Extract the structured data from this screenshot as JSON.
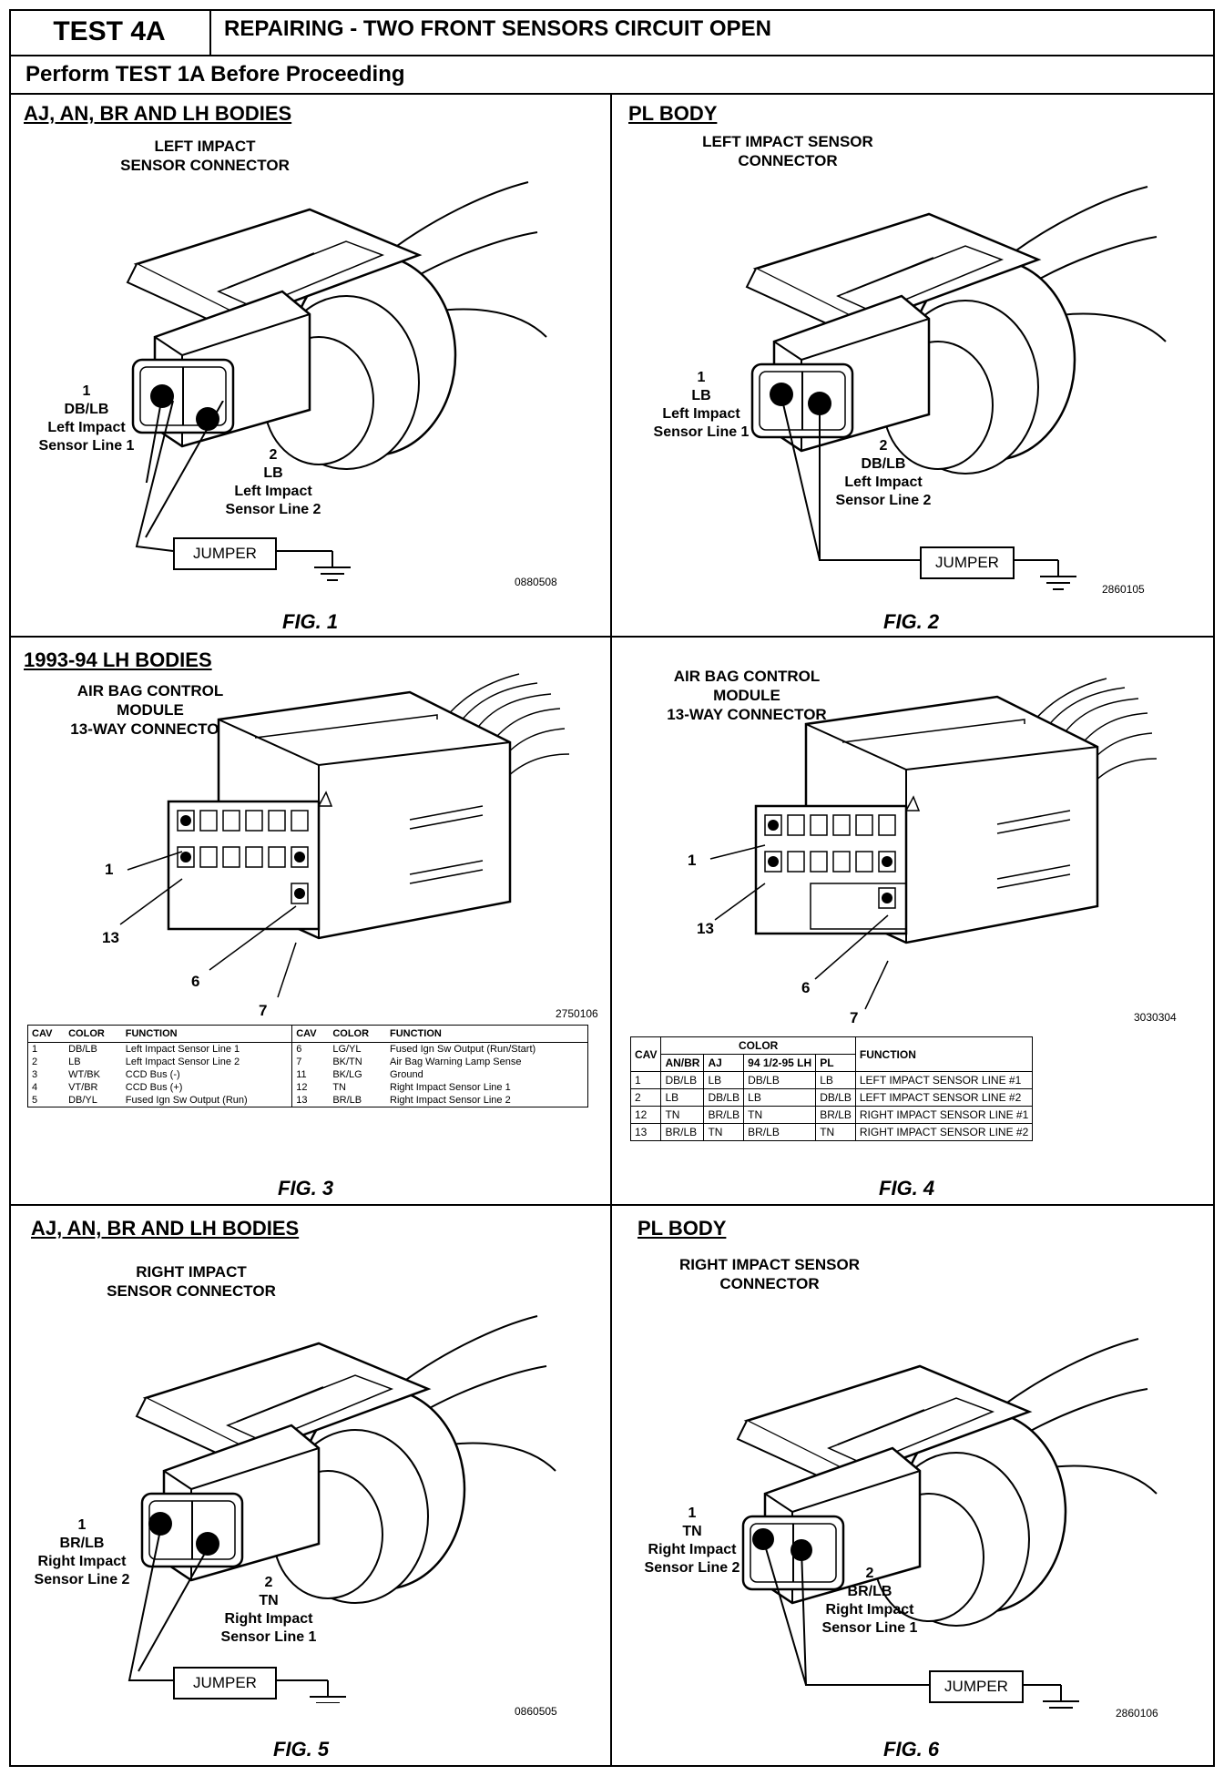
{
  "header": {
    "test_id": "TEST 4A",
    "title": "REPAIRING - TWO FRONT SENSORS CIRCUIT OPEN",
    "subheading": "Perform TEST 1A Before Proceeding"
  },
  "fig1": {
    "panel_title": "AJ, AN, BR AND LH BODIES",
    "connector_label": [
      "LEFT IMPACT",
      "SENSOR CONNECTOR"
    ],
    "pin1": [
      "1",
      "DB/LB",
      "Left Impact",
      "Sensor Line 1"
    ],
    "pin2": [
      "2",
      "LB",
      "Left Impact",
      "Sensor Line 2"
    ],
    "jumper": "JUMPER",
    "code": "0880508",
    "fig_label": "FIG. 1"
  },
  "fig2": {
    "panel_title": "PL BODY",
    "connector_label": [
      "LEFT IMPACT SENSOR",
      "CONNECTOR"
    ],
    "pin1": [
      "1",
      "LB",
      "Left Impact",
      "Sensor Line 1"
    ],
    "pin2": [
      "2",
      "DB/LB",
      "Left Impact",
      "Sensor Line 2"
    ],
    "jumper": "JUMPER",
    "code": "2860105",
    "fig_label": "FIG. 2"
  },
  "fig3": {
    "panel_title": "1993-94 LH BODIES",
    "connector_label": [
      "AIR BAG CONTROL",
      "MODULE",
      "13-WAY CONNECTOR"
    ],
    "pins": [
      "1",
      "13",
      "6",
      "7"
    ],
    "code": "2750106",
    "fig_label": "FIG. 3",
    "table_headers": [
      "CAV",
      "COLOR",
      "FUNCTION",
      "CAV",
      "COLOR",
      "FUNCTION"
    ],
    "table_rows": [
      [
        "1",
        "DB/LB",
        "Left Impact Sensor Line 1",
        "6",
        "LG/YL",
        "Fused Ign Sw Output (Run/Start)"
      ],
      [
        "2",
        "LB",
        "Left Impact Sensor Line 2",
        "7",
        "BK/TN",
        "Air Bag Warning Lamp Sense"
      ],
      [
        "3",
        "WT/BK",
        "CCD Bus (-)",
        "11",
        "BK/LG",
        "Ground"
      ],
      [
        "4",
        "VT/BR",
        "CCD Bus (+)",
        "12",
        "TN",
        "Right Impact Sensor Line 1"
      ],
      [
        "5",
        "DB/YL",
        "Fused Ign Sw Output (Run)",
        "13",
        "BR/LB",
        "Right Impact Sensor Line 2"
      ]
    ]
  },
  "fig4": {
    "connector_label": [
      "AIR BAG CONTROL",
      "MODULE",
      "13-WAY CONNECTOR"
    ],
    "pins": [
      "1",
      "13",
      "6",
      "7"
    ],
    "code": "3030304",
    "fig_label": "FIG. 4",
    "table_group_header": "COLOR",
    "table_headers": [
      "CAV",
      "AN/BR",
      "AJ",
      "94 1/2-95 LH",
      "PL",
      "FUNCTION"
    ],
    "table_rows": [
      [
        "1",
        "DB/LB",
        "LB",
        "DB/LB",
        "LB",
        "LEFT IMPACT SENSOR LINE #1"
      ],
      [
        "2",
        "LB",
        "DB/LB",
        "LB",
        "DB/LB",
        "LEFT IMPACT SENSOR LINE #2"
      ],
      [
        "12",
        "TN",
        "BR/LB",
        "TN",
        "BR/LB",
        "RIGHT IMPACT SENSOR LINE #1"
      ],
      [
        "13",
        "BR/LB",
        "TN",
        "BR/LB",
        "TN",
        "RIGHT IMPACT SENSOR LINE #2"
      ]
    ]
  },
  "fig5": {
    "panel_title": "AJ, AN, BR AND LH BODIES",
    "connector_label": [
      "RIGHT IMPACT",
      "SENSOR CONNECTOR"
    ],
    "pin1": [
      "1",
      "BR/LB",
      "Right Impact",
      "Sensor Line 2"
    ],
    "pin2": [
      "2",
      "TN",
      "Right Impact",
      "Sensor Line 1"
    ],
    "jumper": "JUMPER",
    "code": "0860505",
    "fig_label": "FIG. 5"
  },
  "fig6": {
    "panel_title": "PL BODY",
    "connector_label": [
      "RIGHT IMPACT SENSOR",
      "CONNECTOR"
    ],
    "pin1": [
      "1",
      "TN",
      "Right Impact",
      "Sensor Line 2"
    ],
    "pin2": [
      "2",
      "BR/LB",
      "Right Impact",
      "Sensor Line 1"
    ],
    "jumper": "JUMPER",
    "code": "2860106",
    "fig_label": "FIG. 6"
  }
}
